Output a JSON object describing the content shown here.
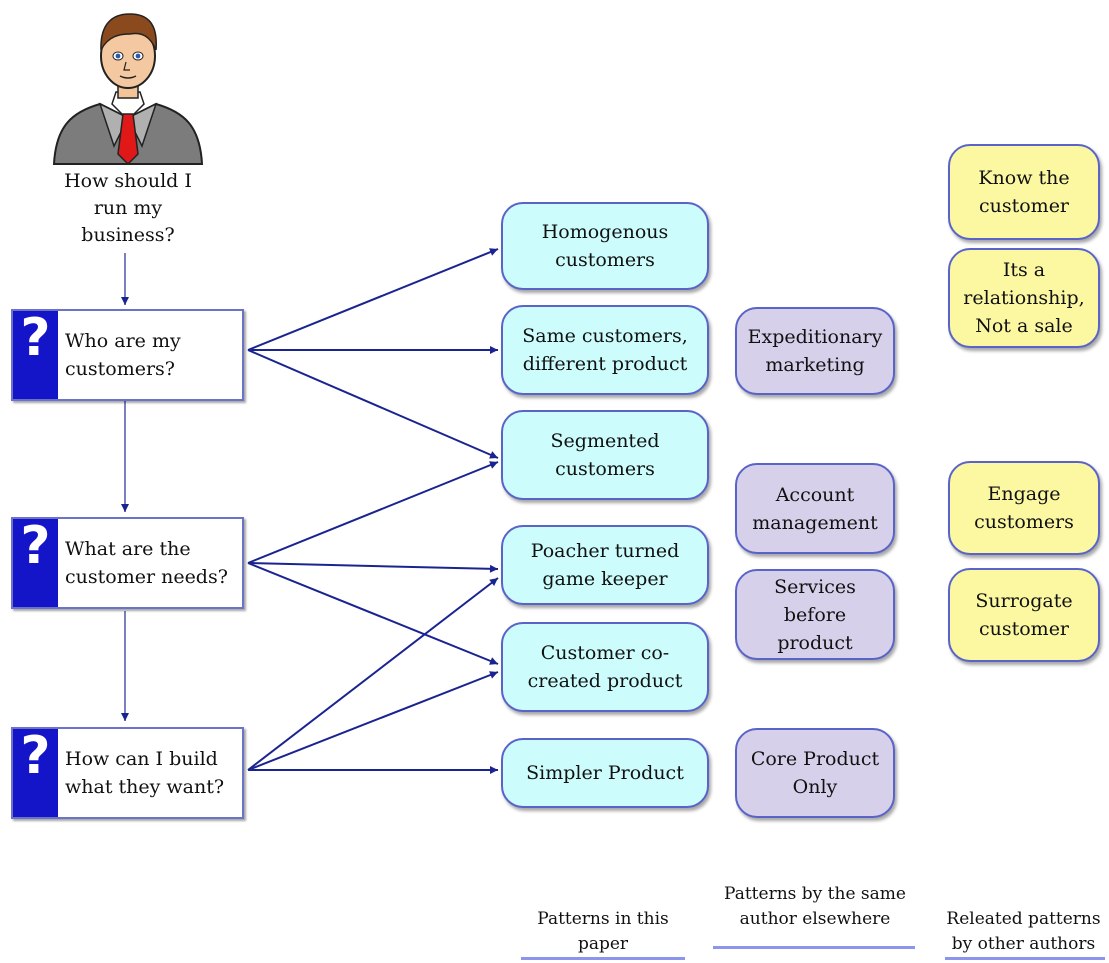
{
  "root_question": "How should I\nrun my\nbusiness?",
  "questions": [
    {
      "label": "Who are my\ncustomers?"
    },
    {
      "label": "What are the\ncustomer needs?"
    },
    {
      "label": "How can I build\nwhat they want?"
    }
  ],
  "question_mark_glyph": "?",
  "patterns_in_paper": [
    {
      "label": "Homogenous\ncustomers"
    },
    {
      "label": "Same customers,\ndifferent product"
    },
    {
      "label": "Segmented\ncustomers"
    },
    {
      "label": "Poacher turned\ngame keeper"
    },
    {
      "label": "Customer co-\ncreated product"
    },
    {
      "label": "Simpler Product"
    }
  ],
  "patterns_same_author": [
    {
      "label": "Expeditionary\nmarketing"
    },
    {
      "label": "Account\nmanagement"
    },
    {
      "label": "Services before\nproduct"
    },
    {
      "label": "Core Product\nOnly"
    }
  ],
  "patterns_other_authors": [
    {
      "label": "Know the\ncustomer"
    },
    {
      "label": "Its a\nrelationship,\nNot a sale"
    },
    {
      "label": "Engage\ncustomers"
    },
    {
      "label": "Surrogate\ncustomer"
    }
  ],
  "legend": {
    "paper": "Patterns in this\npaper",
    "same_author": "Patterns by the same\nauthor elsewhere",
    "other_authors": "Releated patterns\nby other authors"
  },
  "colors": {
    "pattern_paper": "#ccfcfc",
    "pattern_same_author": "#d6d0ea",
    "pattern_other_authors": "#fcf8a2",
    "question_mark_bg": "#1414c8",
    "arrow": "#1a2490",
    "border": "#5a64c8",
    "legend_line": "#8c94ec"
  },
  "icons": {
    "person": "businessman-icon"
  }
}
